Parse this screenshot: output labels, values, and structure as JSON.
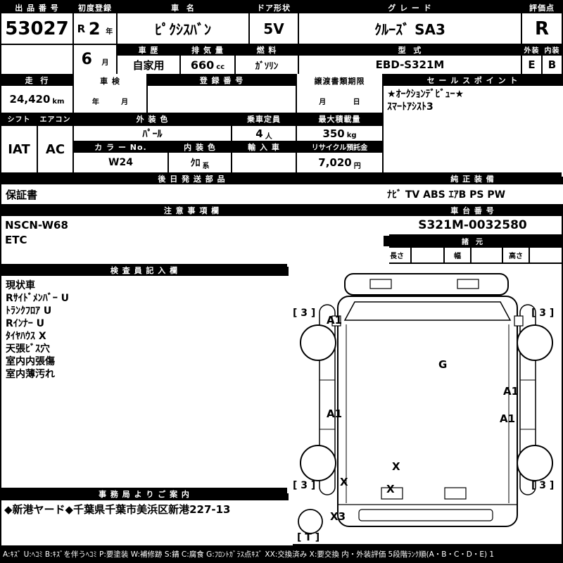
{
  "top": {
    "auction_no_label": "出 品 番 号",
    "auction_no": "53027",
    "first_reg_label": "初度登録",
    "first_reg_era": "R",
    "first_reg_year": "2",
    "first_reg_year_unit": "年",
    "first_reg_month": "6",
    "first_reg_month_unit": "月",
    "car_name_label": "車  名",
    "car_name": "ﾋﾟｸｼｽﾊﾞﾝ",
    "door_label": "ドア形状",
    "door": "5V",
    "grade_label": "グ レ ー ド",
    "grade": "ｸﾙｰｽﾞ SA3",
    "score_label": "評価点",
    "score": "R",
    "history_label": "車 歴",
    "history": "自家用",
    "displacement_label": "排 気 量",
    "displacement": "660",
    "displacement_unit": "cc",
    "fuel_label": "燃 料",
    "fuel": "ｶﾞｿﾘﾝ",
    "model_label": "型  式",
    "model": "EBD-S321M",
    "exterior_label": "外装",
    "interior_label": "内装",
    "exterior_score": "E",
    "interior_score": "B"
  },
  "registration": {
    "mileage_label": "走  行",
    "mileage": "24,420",
    "mileage_unit": "km",
    "shaken_label": "車 検",
    "shaken_year_unit": "年",
    "shaken_month_unit": "月",
    "reg_no_label": "登 録 番 号",
    "transfer_label": "譲渡書類期限",
    "transfer_month_unit": "月",
    "transfer_day_unit": "日"
  },
  "sales_point": {
    "label": "セ ー ル ス ポ イ ン ト",
    "lines": [
      "★ｵｰｸｼｮﾝﾃﾞﾋﾞｭｰ★",
      "ｽﾏｰﾄｱｼｽﾄ3"
    ]
  },
  "equipment": {
    "shift_label": "シフト",
    "shift": "IAT",
    "aircon_label": "エアコン",
    "aircon": "AC",
    "exterior_color_label": "外 装 色",
    "exterior_color": "ﾊﾟｰﾙ",
    "capacity_label": "乗車定員",
    "capacity": "4",
    "capacity_unit": "人",
    "max_load_label": "最大積載量",
    "max_load": "350",
    "max_load_unit": "kg",
    "color_no_label": "カ ラ ー No.",
    "color_no": "W24",
    "interior_color_label": "内 装 色",
    "interior_color": "ｸﾛ",
    "interior_color_suffix": "系",
    "import_label": "輸 入 車",
    "recycle_label": "リサイクル預託金",
    "recycle_deposit": "7,020",
    "recycle_unit": "円"
  },
  "later_shipping": {
    "label": "後 日 発 送 部 品",
    "value": "保証書"
  },
  "oem_equipment": {
    "label": "純 正 装 備",
    "value": "ﾅﾋﾞ TV ABS ｴｱB PS PW"
  },
  "cautions": {
    "label": "注 意 事 項 欄",
    "lines": [
      "NSCN-W68",
      "ETC"
    ]
  },
  "chassis": {
    "label": "車 台 番 号",
    "number": "S321M-0032580"
  },
  "dimensions": {
    "label": "諸  元",
    "length_label": "長さ",
    "width_label": "幅",
    "height_label": "高さ"
  },
  "inspector": {
    "label": "検 査 員 記 入 欄",
    "lines": [
      "現状車",
      "Rｻｲﾄﾞﾒﾝﾊﾞｰ U",
      "ﾄﾗﾝｸﾌﾛｱ U",
      "Rｲﾝﾅｰ U",
      "ﾀｲﾔﾊｳｽ X",
      "天張ﾋﾞｽ穴",
      "室内内張傷",
      "室内薄汚れ"
    ]
  },
  "office": {
    "label": "事 務 局 よ り ご 案 内",
    "value": "◆新港ヤード◆千葉県千葉市美浜区新港227-13"
  },
  "diagram": {
    "marks": [
      "[ 3 ]",
      "A1",
      "[ 3 ]",
      "G",
      "A1",
      "A1",
      "A1",
      "X",
      "X",
      "X",
      "[ 3 ]",
      "[ 3 ]",
      "X3",
      "[ T ]"
    ]
  },
  "legend": "A:ｷｽﾞ U:ﾍｺﾐ B:ｷｽﾞを伴うﾍｺﾐ P:要塗装 W:補修跡 S:錆 C:腐食 G:ﾌﾛﾝﾄｶﾞﾗｽ点ｷｽﾞ XX:交換済み X:要交換  内・外装評価 5段階ﾗﾝｸ順(A・B・C・D・E) 1"
}
